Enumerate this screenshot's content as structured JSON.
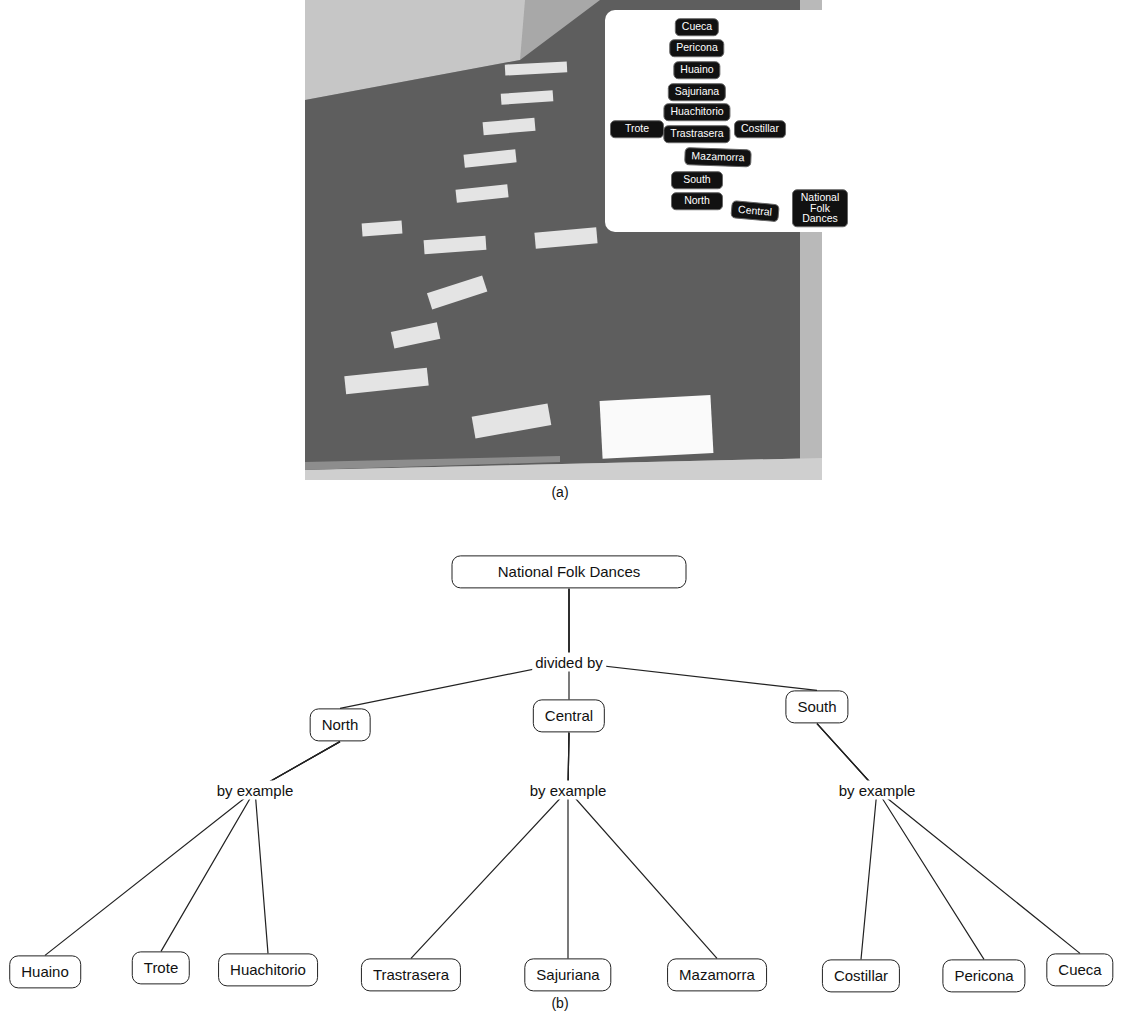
{
  "diagram": {
    "nodes": [
      {
        "text": [
          "Cueca"
        ]
      },
      {
        "text": [
          "Pericona"
        ]
      },
      {
        "text": [
          "Huaino"
        ]
      },
      {
        "text": [
          "Sajuriana"
        ]
      },
      {
        "text": [
          "Huachitorio"
        ]
      },
      {
        "text": [
          "Trote"
        ]
      },
      {
        "text": [
          "Trastrasera"
        ]
      },
      {
        "text": [
          "Costillar"
        ]
      },
      {
        "text": [
          "Mazamorra"
        ]
      },
      {
        "text": [
          "South"
        ]
      },
      {
        "text": [
          "North"
        ]
      },
      {
        "text": [
          "Central"
        ]
      },
      {
        "text": [
          "National Folk Dances"
        ]
      },
      {
        "text": [
          "National Folk Dances"
        ]
      },
      {
        "text": [
          "North"
        ]
      },
      {
        "text": [
          "Central"
        ]
      },
      {
        "text": [
          "South"
        ]
      },
      {
        "text": [
          "Huaino"
        ]
      },
      {
        "text": [
          "Trote"
        ]
      },
      {
        "text": [
          "Huachitorio"
        ]
      },
      {
        "text": [
          "Trastrasera"
        ]
      },
      {
        "text": [
          "Sajuriana"
        ]
      },
      {
        "text": [
          "Mazamorra"
        ]
      },
      {
        "text": [
          "Costillar"
        ]
      },
      {
        "text": [
          "Pericona"
        ]
      },
      {
        "text": [
          "Cueca"
        ]
      }
    ],
    "edges": [
      {
        "from": 13,
        "to": 14,
        "arrow": "none"
      },
      {
        "from": 13,
        "to": 15,
        "label": "divided by",
        "arrow": "none"
      },
      {
        "from": 13,
        "to": 16,
        "arrow": "none"
      },
      {
        "from": 14,
        "to": 17,
        "arrow": "none"
      },
      {
        "from": 14,
        "to": 18,
        "label": "by example",
        "arrow": "none"
      },
      {
        "from": 14,
        "to": 19,
        "arrow": "none"
      },
      {
        "from": 15,
        "to": 20,
        "arrow": "none"
      },
      {
        "from": 15,
        "to": 21,
        "label": "by example",
        "arrow": "none"
      },
      {
        "from": 15,
        "to": 22,
        "arrow": "none"
      },
      {
        "from": 16,
        "to": 23,
        "arrow": "none"
      },
      {
        "from": 16,
        "to": 24,
        "label": "by example",
        "arrow": "none"
      },
      {
        "from": 16,
        "to": 25,
        "arrow": "none"
      }
    ],
    "labels": [
      "(a)",
      "(b)"
    ]
  }
}
